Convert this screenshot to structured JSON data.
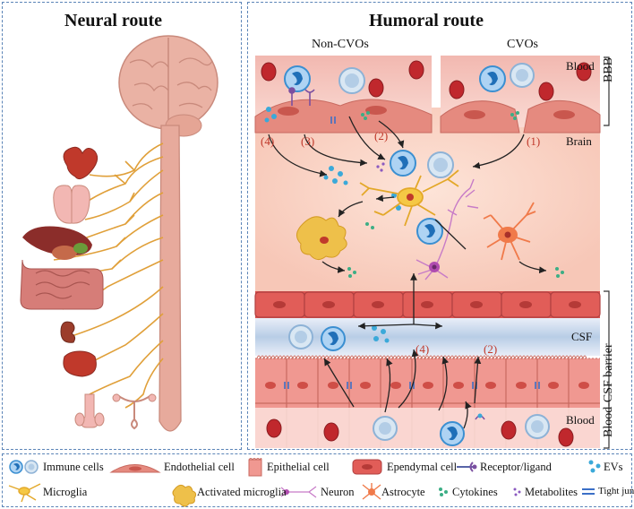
{
  "neural": {
    "title": "Neural route"
  },
  "humoral": {
    "title": "Humoral route",
    "non_cvos": "Non-CVOs",
    "cvos": "CVOs",
    "blood_top": "Blood",
    "brain": "Brain",
    "bbb": "BBB",
    "csf": "CSF",
    "blood_bottom": "Blood",
    "blood_csf_barrier": "Blood-CSF barrier",
    "pathway_numbers_top": [
      "(4)",
      "(3)",
      "(2)",
      "(1)"
    ],
    "pathway_numbers_bottom": [
      "(4)",
      "(2)"
    ]
  },
  "legend": {
    "row1": [
      "Immune cells",
      "Endothelial cell",
      "Epithelial cell",
      "Ependymal cell",
      "Receptor/ligand",
      "EVs"
    ],
    "row2": [
      "Microglia",
      "Activated microglia",
      "Neuron",
      "Astrocyte",
      "Cytokines",
      "Metabolites",
      "Tight junctions"
    ]
  },
  "colors": {
    "panel_border": "#5b84b7",
    "nerve": "#e0a03a",
    "tissue": "#e9a49b",
    "endothelial": "#e58a7f",
    "ependymal": "#d9534f",
    "rbc": "#c0282d",
    "immune": "#3b8fd1",
    "microglia": "#f0c442",
    "astrocyte": "#f07a4a",
    "neuron": "#c77bc7",
    "csf": "#b8cde6",
    "accent_number": "#c0392b"
  }
}
